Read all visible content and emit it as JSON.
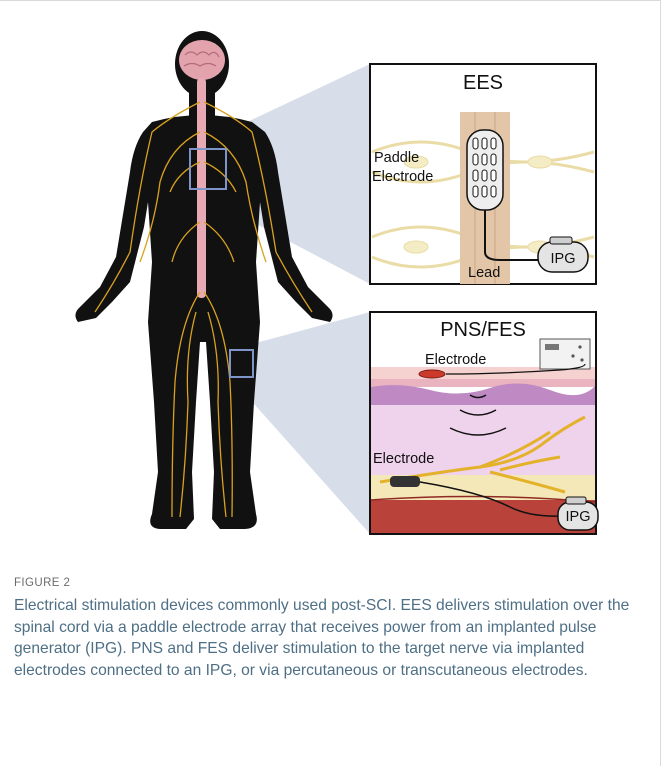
{
  "figure": {
    "ees_panel": {
      "title": "EES",
      "paddle_label_line1": "Paddle",
      "paddle_label_line2": "Electrode",
      "lead_label": "Lead",
      "device_label": "IPG"
    },
    "pns_panel": {
      "title": "PNS/FES",
      "surface_electrode_label": "Electrode",
      "implanted_electrode_label": "Electrode",
      "device_label": "IPG"
    }
  },
  "caption": {
    "label": "FIGURE 2",
    "text": "Electrical stimulation devices commonly used post-SCI. EES delivers stimulation over the spinal cord via a paddle electrode array that receives power from an implanted pulse generator (IPG). PNS and FES deliver stimulation to the target nerve via implanted electrodes connected to an IPG, or via percutaneous or transcutaneous electrodes."
  },
  "colors": {
    "caption_text": "#4e6f85",
    "caption_label": "#6b6b6b",
    "nerve": "#d9a21f",
    "projection": "#c9d3e2",
    "highlight_box": "#7f95c9"
  }
}
